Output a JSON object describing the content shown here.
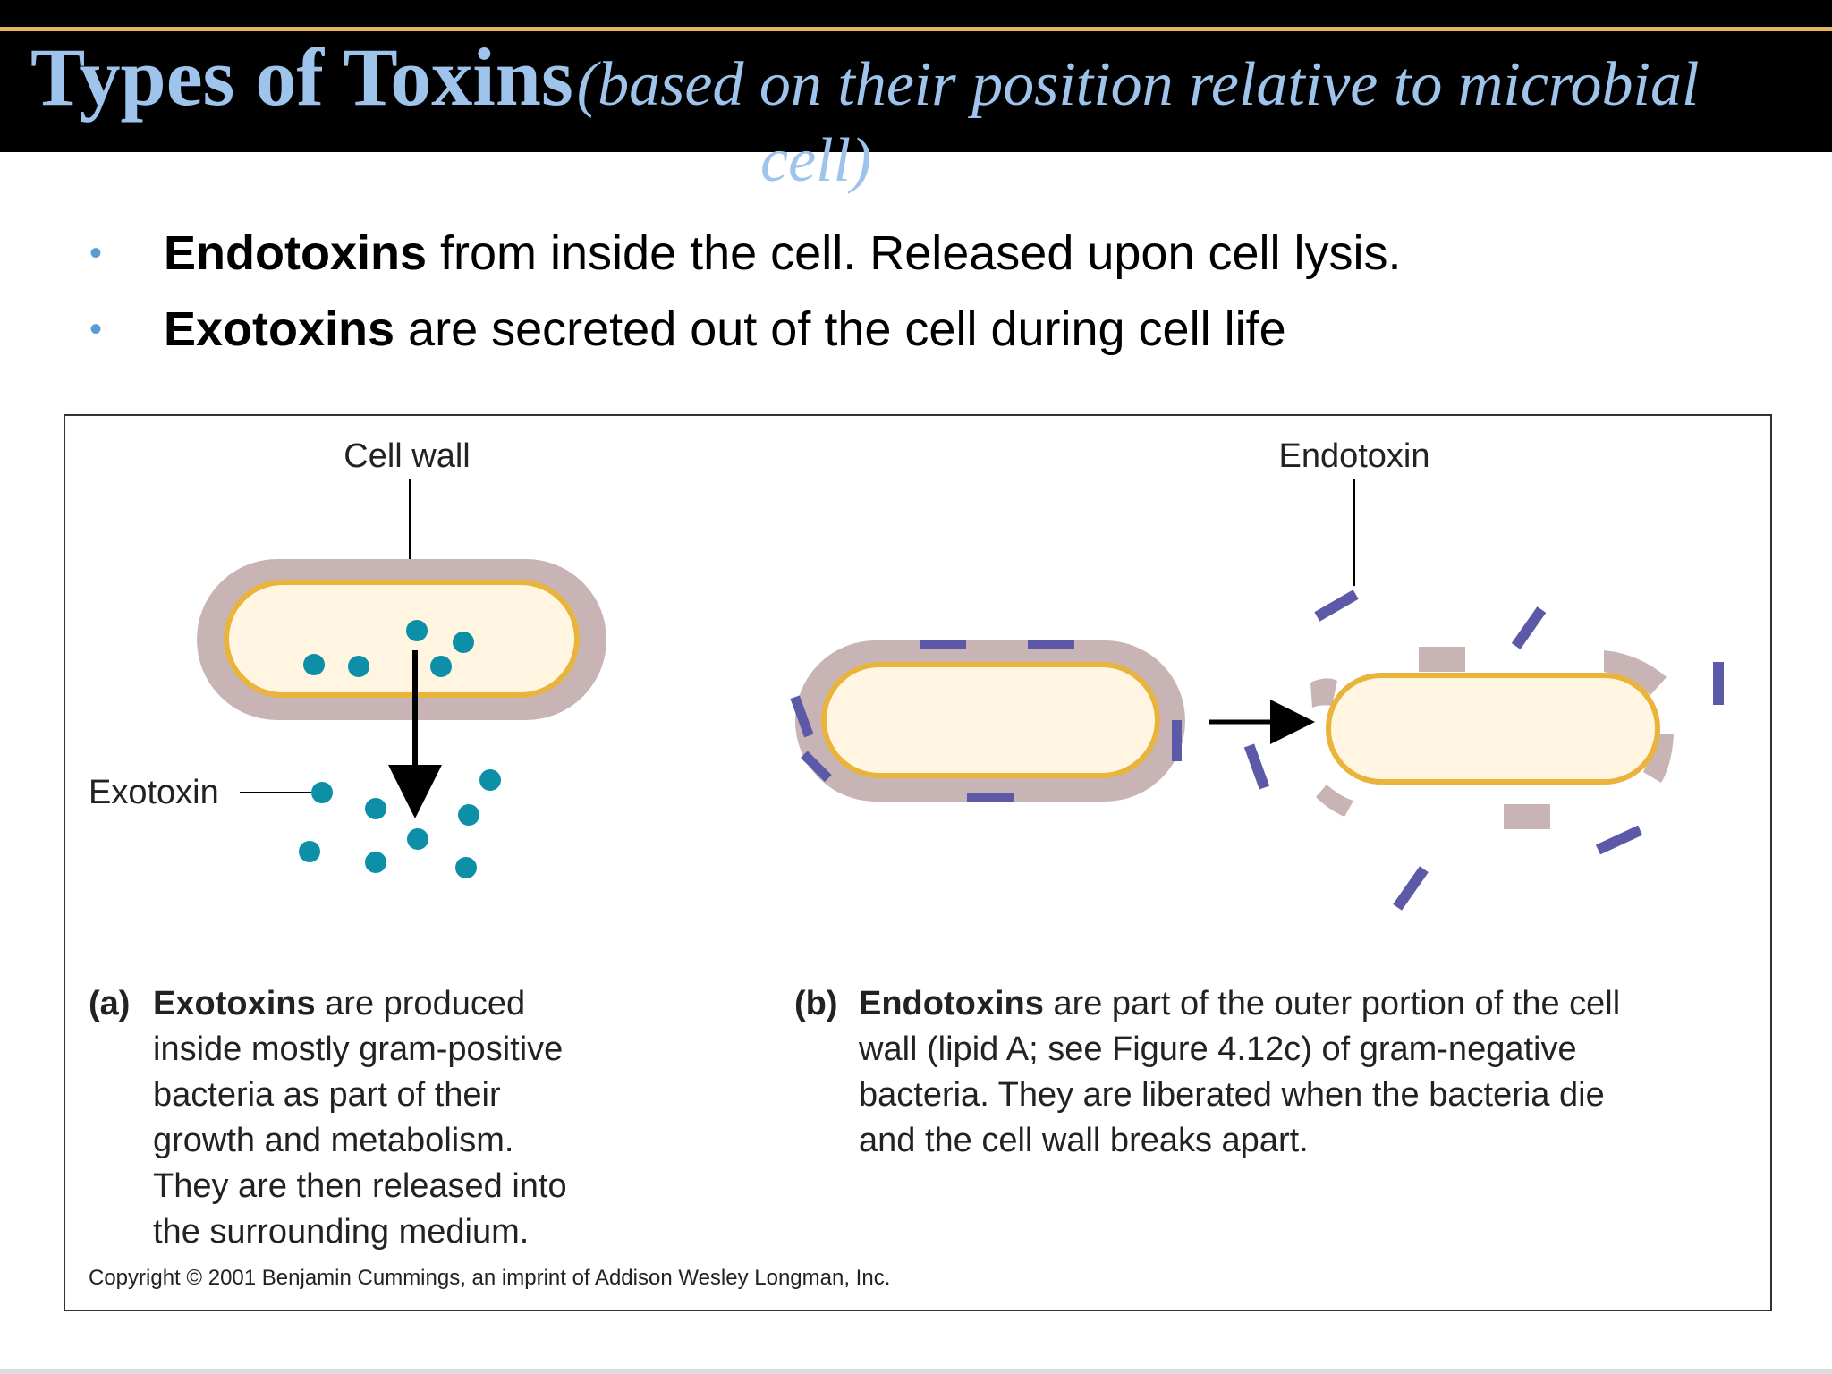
{
  "slide": {
    "title_main": "Types of Toxins",
    "title_sub_line1": "(based on their position relative to microbial",
    "title_sub_line2": "cell)"
  },
  "bullets": [
    {
      "term": "Endotoxins",
      "text": " from inside the cell. Released upon cell lysis."
    },
    {
      "term": "Exotoxins",
      "text": " are secreted out of the cell during cell life"
    }
  ],
  "figure": {
    "label_cell_wall": "Cell wall",
    "label_exotoxin": "Exotoxin",
    "label_endotoxin": "Endotoxin",
    "caption_a": {
      "label": "(a)",
      "term": "Exotoxins",
      "line1_rest": " are produced",
      "lines": [
        "inside mostly gram-positive",
        "bacteria as part of their",
        "growth and metabolism.",
        "They are then released into",
        "the surrounding medium."
      ]
    },
    "caption_b": {
      "label": "(b)",
      "term": "Endotoxins",
      "line1_rest": " are part of the outer portion of the cell",
      "lines": [
        "wall (lipid A; see Figure 4.12c) of gram-negative",
        "bacteria.  They are liberated when the bacteria die",
        "and the cell wall breaks apart."
      ]
    },
    "copyright": "Copyright © 2001 Benjamin Cummings, an imprint of Addison Wesley Longman, Inc."
  },
  "colors": {
    "title": "#9ec4ec",
    "bullet_dot": "#5b9bd5",
    "cell_wall": "#c8b4b4",
    "membrane": "#e8b43c",
    "cytoplasm": "#fff5e0",
    "exotoxin": "#0d8fa8",
    "endotoxin": "#5c5aa8"
  }
}
